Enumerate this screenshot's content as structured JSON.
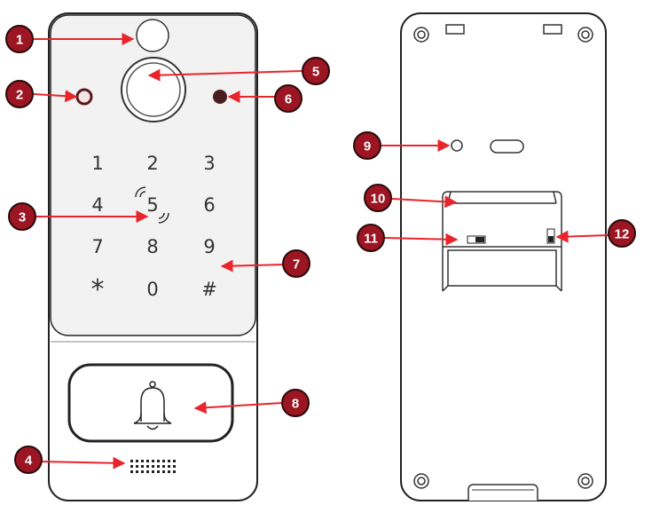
{
  "keypad": {
    "keys": [
      "1",
      "2",
      "3",
      "4",
      "5",
      "6",
      "7",
      "8",
      "9",
      "*",
      "0",
      "#"
    ]
  },
  "callouts": [
    {
      "label": "1",
      "part": "camera"
    },
    {
      "label": "2",
      "part": "indicator light"
    },
    {
      "label": "3",
      "part": "card reader"
    },
    {
      "label": "4",
      "part": "speaker"
    },
    {
      "label": "5",
      "part": "lens"
    },
    {
      "label": "6",
      "part": "sensor"
    },
    {
      "label": "7",
      "part": "keypad"
    },
    {
      "label": "8",
      "part": "doorbell button"
    },
    {
      "label": "9",
      "part": "reset hole"
    },
    {
      "label": "10",
      "part": "battery compartment"
    },
    {
      "label": "11",
      "part": "switch"
    },
    {
      "label": "12",
      "part": "switch"
    }
  ],
  "colors": {
    "callout_fill": "#9b1522",
    "arrow": "#e8252c",
    "outline": "#222222",
    "keypad_panel": "#f2f2f2"
  },
  "icons": {
    "doorbell": "bell-icon",
    "nfc": "nfc-waves-icon"
  }
}
